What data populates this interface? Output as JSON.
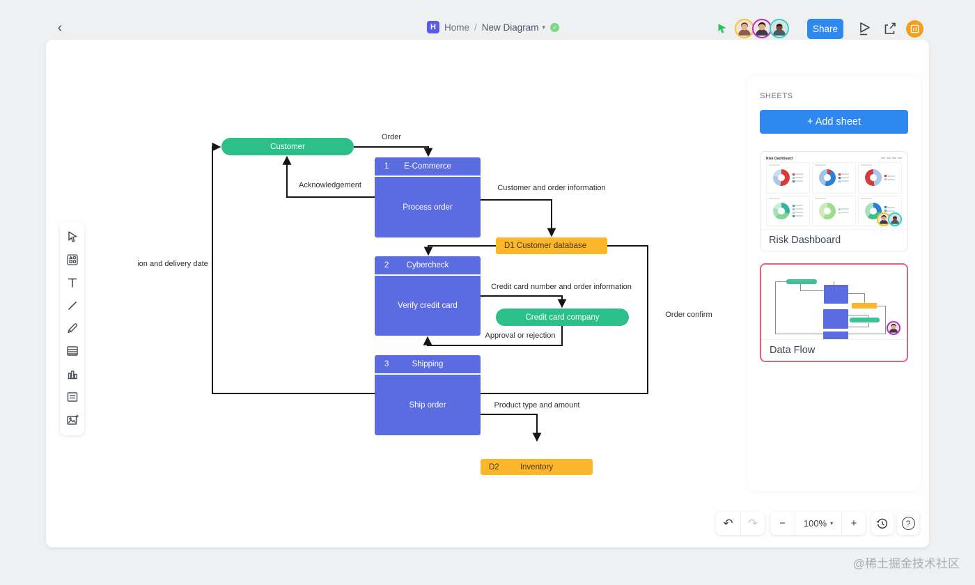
{
  "topbar": {
    "back_icon": "‹",
    "doc_logo": "H",
    "breadcrumb": {
      "home": "Home",
      "separator": "/",
      "title": "New Diagram",
      "caret": "▾",
      "saved_check": "✓"
    },
    "share_label": "Share"
  },
  "colors": {
    "accent_blue": "#2f88f0",
    "process_blue": "#5a6ce0",
    "entity_green": "#2bc08a",
    "store_orange": "#fbb62b",
    "selected_border_pink": "#f05c80",
    "logo_purple": "#5a5ce6",
    "plan_badge_orange": "#f2a11e"
  },
  "toolbar_icons": [
    "select-cursor",
    "shapes",
    "text",
    "line",
    "pen",
    "table",
    "chart",
    "notes",
    "insert-image"
  ],
  "panel_icons": [
    "comments",
    "pages",
    "settings"
  ],
  "side_panel": {
    "sheets_label": "SHEETS",
    "add_sheet_label": "+ Add sheet",
    "sheets": [
      {
        "title": "Risk Dashboard",
        "thumb_title": "Risk Dashboard",
        "selected": false,
        "collaborators": 2
      },
      {
        "title": "Data Flow",
        "selected": true,
        "collaborators": 1
      }
    ]
  },
  "diagram": {
    "nodes": {
      "customer": {
        "label": "Customer"
      },
      "ecommerce": {
        "number": "1",
        "title": "E-Commerce",
        "body": "Process order"
      },
      "customer_db": {
        "id": "D1",
        "label": "Customer database"
      },
      "cybercheck": {
        "number": "2",
        "title": "Cybercheck",
        "body": "Verify credit card"
      },
      "credit_card_company": {
        "label": "Credit card company"
      },
      "shipping": {
        "number": "3",
        "title": "Shipping",
        "body": "Ship order"
      },
      "inventory": {
        "id": "D2",
        "label": "Inventory"
      }
    },
    "edge_labels": {
      "order": "Order",
      "acknowledgement": "Acknowledgement",
      "customer_info": "Customer and order information",
      "credit_info": "Credit card number and order information",
      "approval": "Approval or rejection",
      "product": "Product type and amount",
      "order_confirm": "Order confirm",
      "delivery": "ion and delivery date"
    }
  },
  "footer": {
    "undo": "↶",
    "redo": "↷",
    "minus": "−",
    "zoom_level": "100%",
    "caret": "▾",
    "plus": "+",
    "help": "?"
  },
  "watermark": "@稀土掘金技术社区"
}
